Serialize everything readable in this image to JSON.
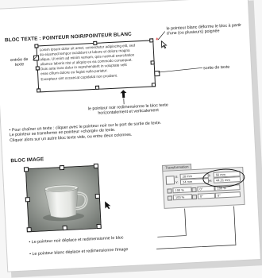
{
  "section_text": {
    "heading": "BLOC TEXTE : POINTEUR NOIR/POINTEUR BLANC",
    "left_label": "entrée de texte",
    "right_label": "le pointeur blanc déforme le bloc à partir d'une (ou plusieurs) poignée",
    "exit_label": "sortie de texte",
    "bottom_label": "le pointeur noir redimensionne le bloc texte horizontalement et verticalement",
    "frame_lines": [
      "Lorem ipsum dolor sit amet, consectetur adipiscing elit, sed",
      "do eiusmod tempor incididunt ut labore et dolore magna",
      "aliqua. Ut enim ad minim veniam, quis nostrud exercitation",
      "ullamco laboris nisi ut aliquip ex ea commodo consequat.",
      "Duis aute irure dolor in reprehenderit in voluptate velit",
      "esse cillum dolore eu fugiat nulla pariatur.",
      "Excepteur sint occaecat cupidatat non proident."
    ]
  },
  "instructions": {
    "line1": "• Pour chaîner un texte : cliquer avec le pointeur noir sur le port de sortie de texte.",
    "line2": "Le pointeur se transforme en pointeur «chargé» de texte.",
    "line3": "Cliquer alors sur un autre bloc texte vide, ou entre deux colonnes."
  },
  "section_image": {
    "heading": "BLOC IMAGE",
    "bullet1": "• Le pointeur noir déplace et redimensionne le bloc",
    "bullet2": "• Le pointeur blanc déplace et redimensionne l'image"
  },
  "transform_panel": {
    "tab_label": "Transformation",
    "x_label": "X:",
    "y_label": "Y:",
    "x_value": "28 mm",
    "y_value": "24 mm",
    "w_label": "L:",
    "h_label": "H:",
    "w_value": "56 mm",
    "h_value": "44,31 mm",
    "scale_x": "100 %",
    "scale_y": "100 %",
    "angle": "0°",
    "shear": "0°"
  }
}
